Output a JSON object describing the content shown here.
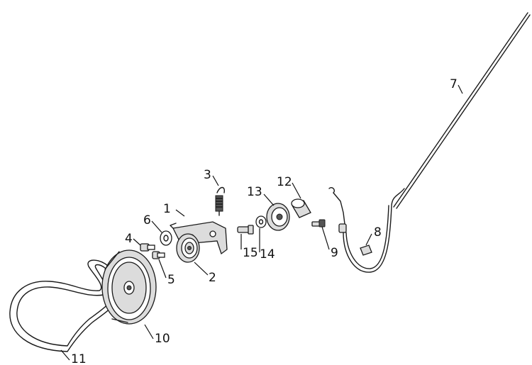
{
  "diagram": {
    "callouts": {
      "c1": "1",
      "c2": "2",
      "c3": "3",
      "c4": "4",
      "c5": "5",
      "c6": "6",
      "c7": "7",
      "c8": "8",
      "c9": "9",
      "c10": "10",
      "c11": "11",
      "c12": "12",
      "c13": "13",
      "c14": "14",
      "c15": "15"
    },
    "colors": {
      "line": "#1a1a1a",
      "fill": "#dcdcdc",
      "background": "#ffffff"
    }
  }
}
